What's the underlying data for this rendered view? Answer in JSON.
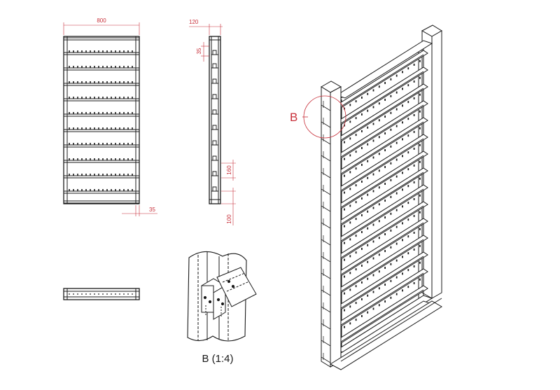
{
  "colors": {
    "outline": "#1a1a1a",
    "dimension": "#c8303a",
    "background": "#ffffff"
  },
  "front_view": {
    "width_dim": "800",
    "side_dim": "35"
  },
  "side_view": {
    "depth_dim": "120",
    "pitch_dim": "35",
    "shelf_gap_dim": "160",
    "base_dim": "100"
  },
  "detail": {
    "callout_letter": "B",
    "caption": "B (1:4)"
  }
}
